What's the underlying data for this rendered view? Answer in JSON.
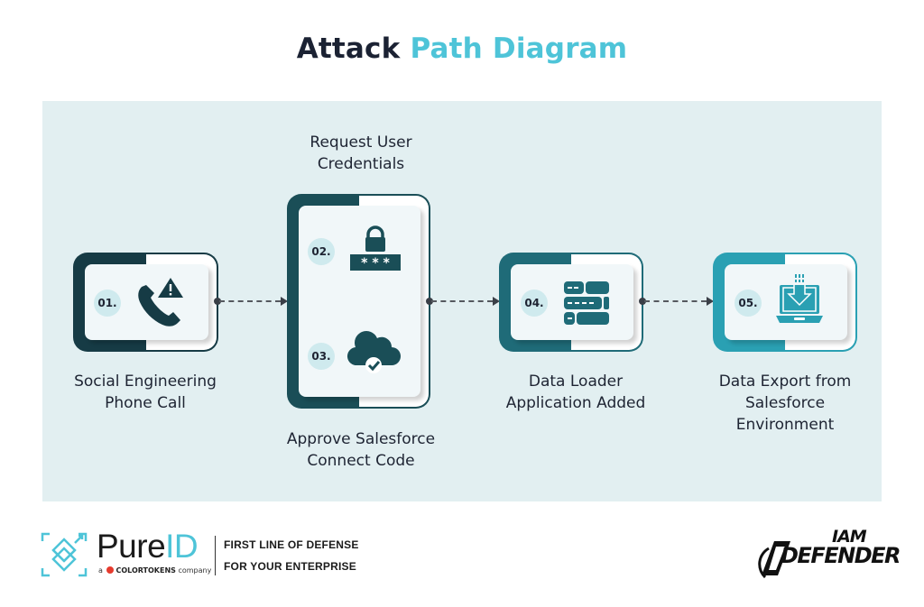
{
  "title": {
    "part1": "Attack",
    "part2": "Path Diagram"
  },
  "colors": {
    "title_dark": "#1b2233",
    "title_accent": "#4ec4d8",
    "panel_bg": "#e2eff1",
    "step1": "#163b45",
    "step2": "#1a4e57",
    "step3": "#1f6b78",
    "step4": "#2aa0b3"
  },
  "steps": [
    {
      "number": "01.",
      "icon": "phone-warning-icon",
      "label_line1": "Social Engineering",
      "label_line2": "Phone Call"
    },
    {
      "number": "02.",
      "icon": "password-lock-icon",
      "label_line1": "Request User",
      "label_line2": "Credentials"
    },
    {
      "number": "03.",
      "icon": "cloud-check-icon",
      "label_line1": "Approve Salesforce",
      "label_line2": "Connect Code"
    },
    {
      "number": "04.",
      "icon": "server-stack-icon",
      "label_line1": "Data Loader",
      "label_line2": "Application Added"
    },
    {
      "number": "05.",
      "icon": "laptop-download-icon",
      "label_line1": "Data Export from",
      "label_line2": "Salesforce",
      "label_line3": "Environment"
    }
  ],
  "footer": {
    "brand_name_a": "Pure",
    "brand_name_b": "ID",
    "brand_sub_a": "a",
    "brand_sub_b": "COLORTOKENS",
    "brand_sub_c": "company",
    "tagline_line1": "FIRST LINE OF DEFENSE",
    "tagline_line2": "FOR YOUR ENTERPRISE",
    "right_logo_line1": "IAM",
    "right_logo_line2": "DEFENDER"
  }
}
